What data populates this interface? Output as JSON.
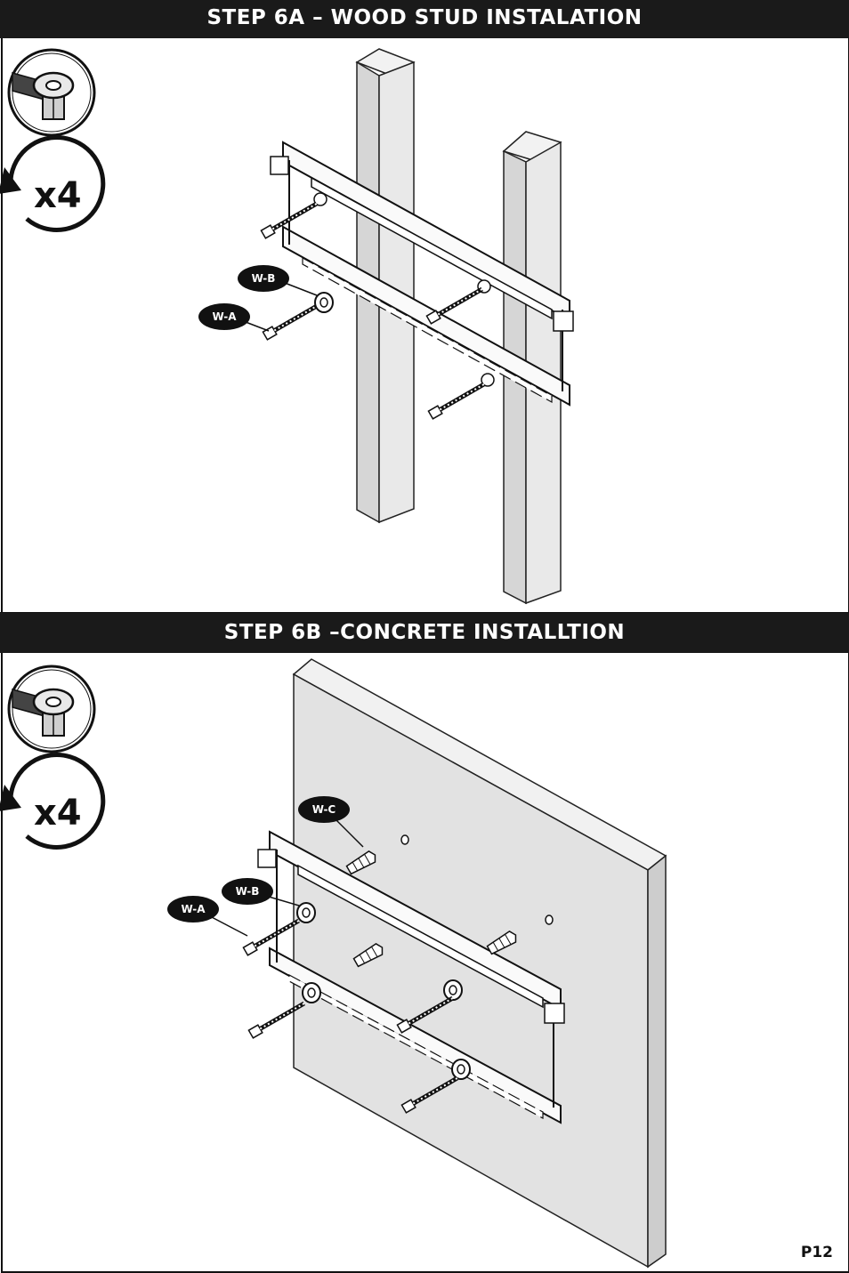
{
  "step_6a": {
    "title": "STEP 6A – WOOD STUD INSTALATION",
    "repeat_count": "x4",
    "tool_icon": "socket-wrench-icon",
    "callouts": {
      "washer": "W-B",
      "lag_bolt": "W-A"
    }
  },
  "step_6b": {
    "title": "STEP 6B –CONCRETE INSTALLTION",
    "repeat_count": "x4",
    "tool_icon": "socket-wrench-icon",
    "callouts": {
      "anchor": "W-C",
      "washer": "W-B",
      "lag_bolt": "W-A"
    }
  },
  "page_number": "P12",
  "colors": {
    "header_bg": "#1a1a1a",
    "stud_light": "#e6e6e6",
    "stud_dark": "#c9c9c9",
    "wall_face": "#e2e2e2"
  }
}
